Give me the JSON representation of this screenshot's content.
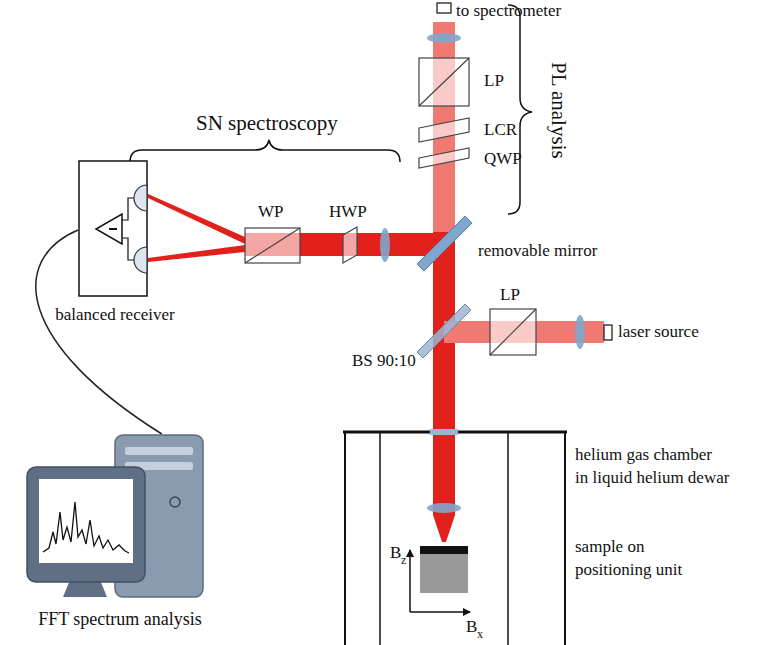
{
  "diagram": {
    "nodes": [
      {
        "text": [
          "balanced receiver"
        ]
      },
      {
        "text": [
          "FFT spectrum analysis"
        ]
      }
    ],
    "edges": [
      {
        "from": 0,
        "to": 1,
        "arrow": "none"
      }
    ],
    "labels": [
      "to spectrometer",
      "PL analysis",
      "LP",
      "LCR",
      "QWP",
      "SN spectroscopy",
      "WP",
      "HWP",
      "removable mirror",
      "LP",
      "BS 90:10",
      "laser source",
      "helium gas chamber",
      "in liquid helium dewar",
      "sample on",
      "positioning unit",
      "B",
      "z",
      "B",
      "x"
    ]
  }
}
